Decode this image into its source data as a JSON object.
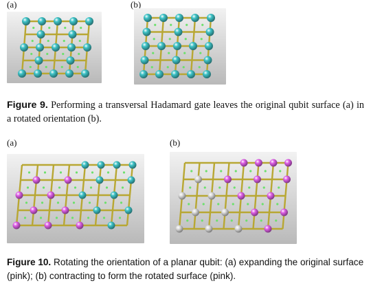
{
  "figure9": {
    "panels": [
      {
        "label": "(a)",
        "lattice": {
          "rows": 5,
          "cols": 5,
          "color": "#3fc4c8"
        }
      },
      {
        "label": "(b)",
        "lattice": {
          "rows": 5,
          "cols": 5,
          "color": "#3fc4c8"
        }
      }
    ],
    "caption_label": "Figure 9.",
    "caption_text": " Performing a transversal Hadamard gate leaves the original qubit surface (a) in a rotated orientation (b)."
  },
  "figure10": {
    "panels": [
      {
        "label": "(a)",
        "lattice": {
          "rows": 5,
          "cols": 8,
          "colors": {
            "expanded": "#e060e8",
            "original": "#3fc4c8"
          }
        }
      },
      {
        "label": "(b)",
        "lattice": {
          "rows": 5,
          "cols": 8,
          "colors": {
            "rotated": "#e060e8",
            "removed": "#d8d8d8"
          }
        }
      }
    ],
    "caption_label": "Figure 10.",
    "caption_text": " Rotating the orientation of a planar qubit: (a) expanding the original surface (pink); (b) contracting to form the rotated surface (pink)."
  },
  "colors": {
    "edge": "#b8a733",
    "syndrome": "#6de06d",
    "cyan": "#3fc4c8",
    "pink": "#e060e8",
    "white": "#dcdcdc"
  }
}
